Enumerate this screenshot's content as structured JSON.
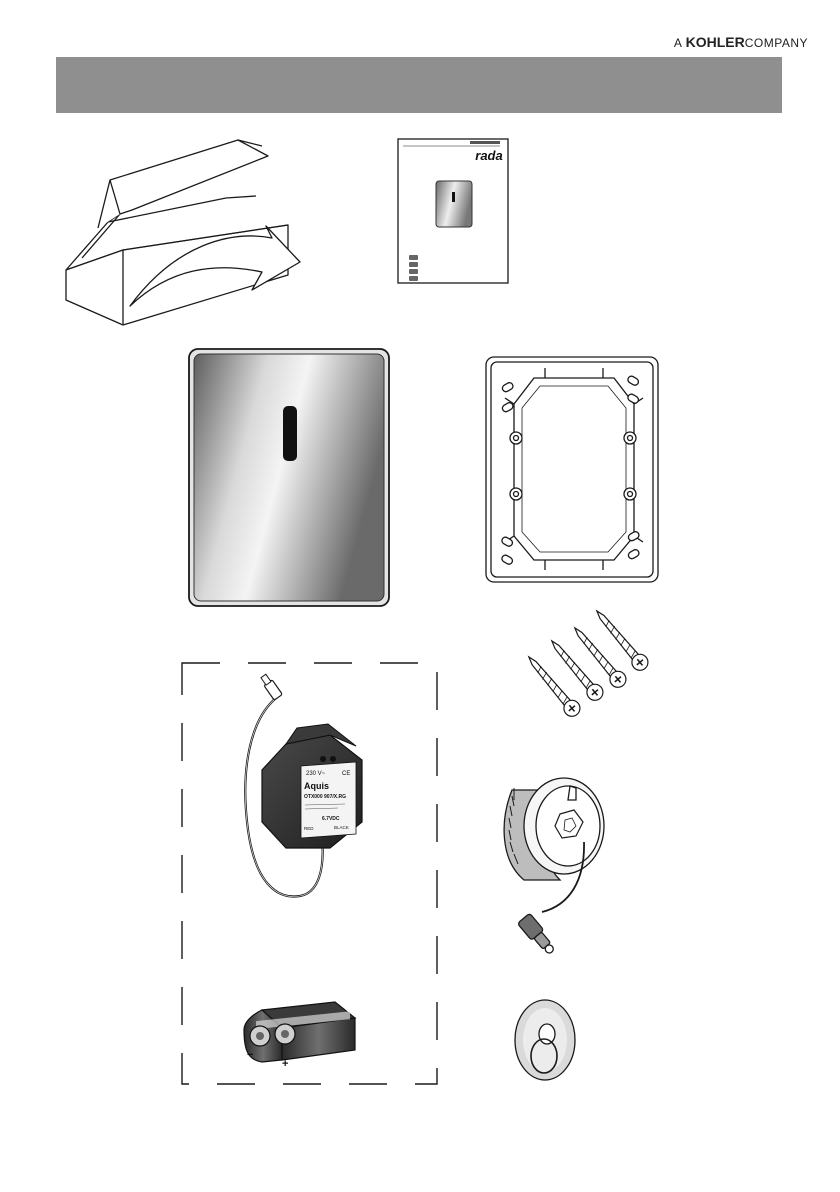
{
  "header": {
    "brand_prefix": "A",
    "brand_name": "KOHLER",
    "brand_suffix": "COMPANY",
    "banner_color": "#8f8f90"
  },
  "booklet": {
    "logo": "rada"
  },
  "transformer": {
    "voltage_in": "230 V~",
    "brand": "Aquis",
    "model": "OTX000 907/X.RG",
    "voltage_out": "6.7VDC",
    "ce_mark": "CE",
    "wire_red": "RED",
    "wire_black": "BLACK"
  },
  "battery": {
    "minus": "−",
    "plus": "+"
  },
  "colors": {
    "line": "#1a1a1a",
    "steel_light": "#e8e8e8",
    "steel_dark": "#6b6b6b",
    "sensor": "#111111"
  }
}
